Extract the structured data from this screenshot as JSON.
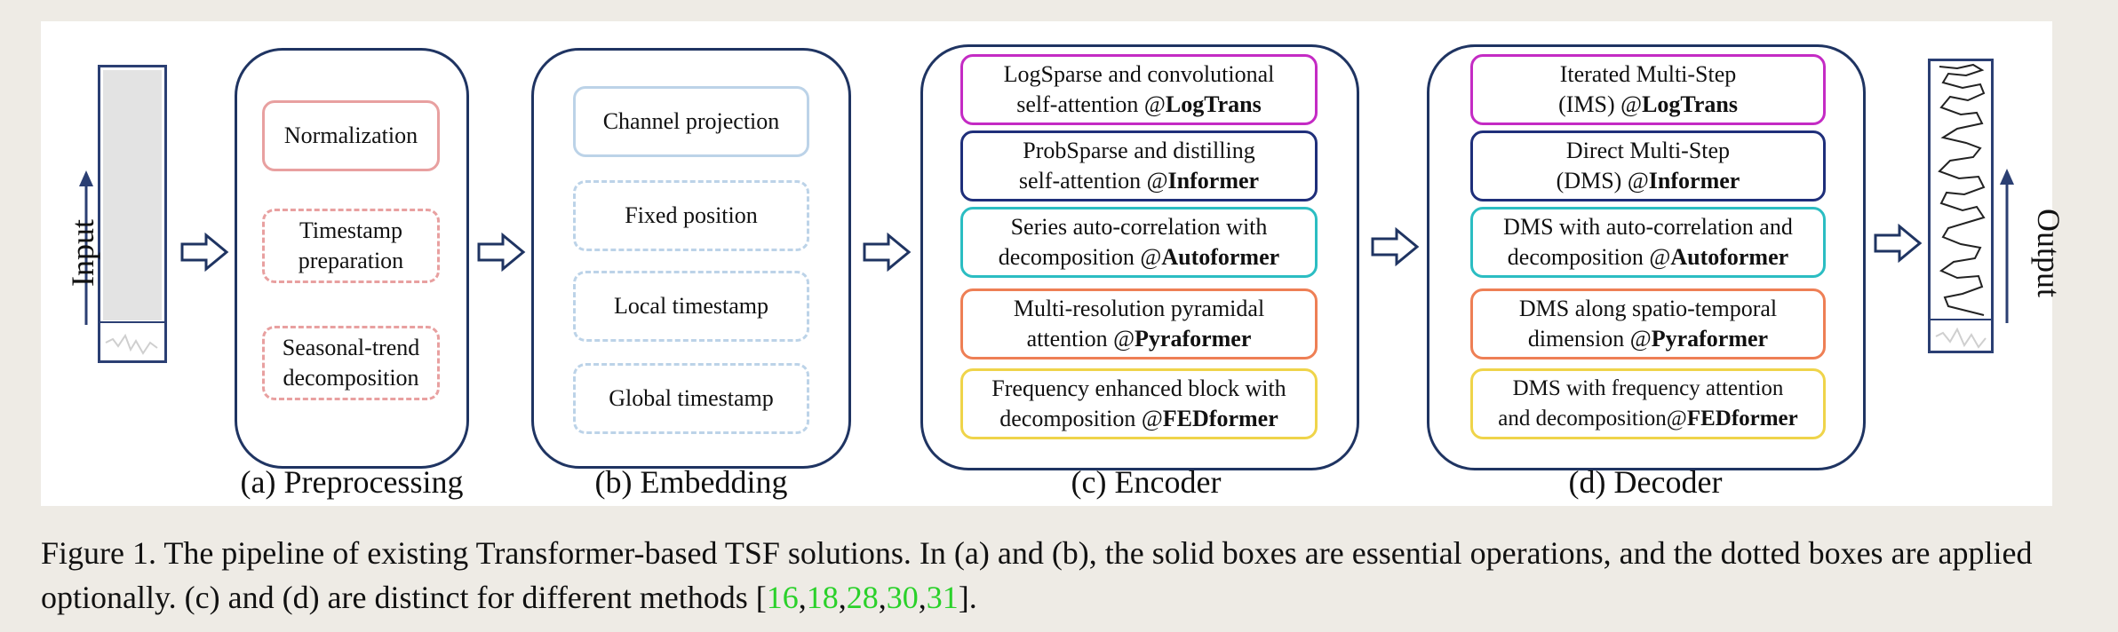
{
  "input": {
    "label": "Input"
  },
  "output": {
    "label": "Output"
  },
  "preprocessing": {
    "label": "(a) Preprocessing",
    "items": [
      "Normalization",
      "Timestamp preparation",
      "Seasonal-trend decomposition"
    ]
  },
  "embedding": {
    "label": "(b) Embedding",
    "items": [
      "Channel projection",
      "Fixed position",
      "Local timestamp",
      "Global timestamp"
    ]
  },
  "encoder": {
    "label": "(c) Encoder",
    "items": [
      {
        "line1": "LogSparse and convolutional",
        "line2": "self-attention @",
        "model": "LogTrans"
      },
      {
        "line1": "ProbSparse and distilling",
        "line2": "self-attention @",
        "model": "Informer"
      },
      {
        "line1": "Series auto-correlation with",
        "line2": "decomposition @",
        "model": "Autoformer"
      },
      {
        "line1": "Multi-resolution pyramidal",
        "line2": "attention @",
        "model": "Pyraformer"
      },
      {
        "line1": "Frequency enhanced block with",
        "line2": "decomposition @",
        "model": "FEDformer"
      }
    ]
  },
  "decoder": {
    "label": "(d) Decoder",
    "items": [
      {
        "line1": "Iterated Multi-Step",
        "line2": "(IMS) @",
        "model": "LogTrans"
      },
      {
        "line1": "Direct Multi-Step",
        "line2": "(DMS) @",
        "model": "Informer"
      },
      {
        "line1": "DMS with auto-correlation and",
        "line2": "decomposition @",
        "model": "Autoformer"
      },
      {
        "line1": "DMS along spatio-temporal",
        "line2": "dimension @",
        "model": "Pyraformer"
      },
      {
        "line1": "DMS with frequency attention",
        "line2": "and decomposition@",
        "model": "FEDformer"
      }
    ]
  },
  "caption": {
    "text_a": "Figure 1. The pipeline of existing Transformer-based TSF solutions. In (a) and (b), the solid boxes are essential operations, and the dotted boxes are applied optionally. (c) and (d) are distinct for different methods [",
    "refs": [
      "16",
      "18",
      "28",
      "30",
      "31"
    ],
    "text_b": "]."
  },
  "colors": {
    "panel": "#1f3462",
    "encoder_borders": [
      "#c42bc4",
      "#1f2f7a",
      "#2bbdc2",
      "#ee7f55",
      "#efd44a"
    ],
    "citation": "#2ad12a"
  }
}
